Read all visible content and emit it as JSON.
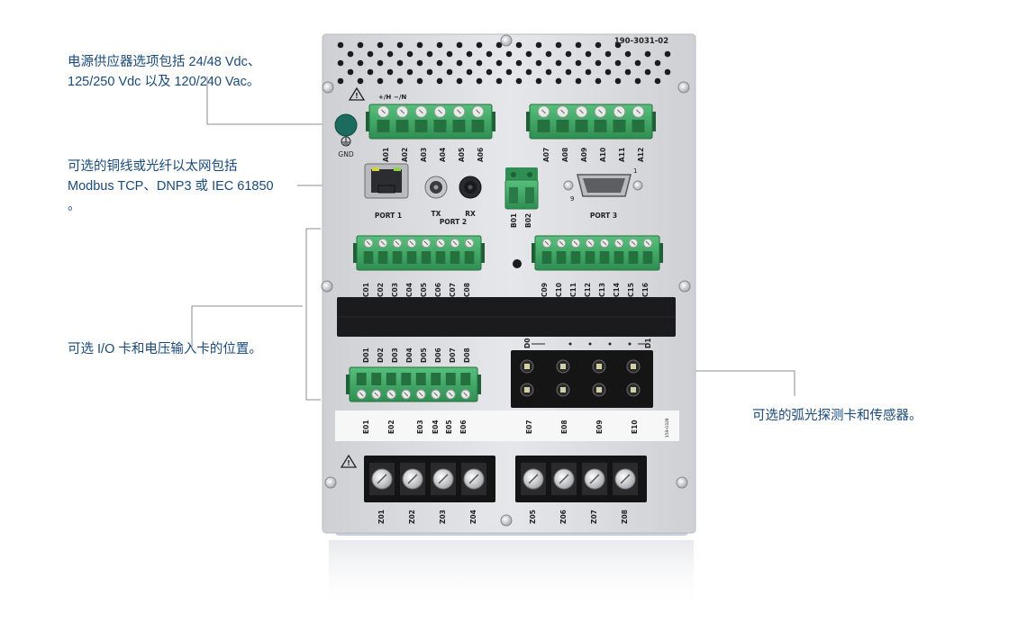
{
  "callouts": {
    "power": {
      "line1": "电源供应器选项包括 24/48 Vdc、",
      "line2": "125/250 Vdc 以及 120/240 Vac。"
    },
    "ethernet": {
      "line1": "可选的铜线或光纤以太网包括",
      "line2": "Modbus TCP、DNP3 或 IEC 61850",
      "line3": "。"
    },
    "io": {
      "line1": "可选 I/O 卡和电压输入卡的位置。"
    },
    "arc": {
      "line1": "可选的弧光探测卡和传感器。"
    }
  },
  "device": {
    "model": "190-3031-02",
    "gnd": "GND",
    "power_marks": [
      "+/H",
      "−/N"
    ],
    "a_terms": [
      "A01",
      "A02",
      "A03",
      "A04",
      "A05",
      "A06",
      "A07",
      "A08",
      "A09",
      "A10",
      "A11",
      "A12"
    ],
    "port1": "PORT 1",
    "port2": "PORT 2",
    "tx": "TX",
    "rx": "RX",
    "b_terms": [
      "B01",
      "B02"
    ],
    "port3": "PORT 3",
    "db9_pin1": "1",
    "db9_pin9": "9",
    "c_terms": [
      "C01",
      "C02",
      "C03",
      "C04",
      "C05",
      "C06",
      "C07",
      "C08",
      "C09",
      "C10",
      "C11",
      "C12",
      "C13",
      "C14",
      "C15",
      "C16"
    ],
    "d_terms": [
      "D01",
      "D02",
      "D03",
      "D04",
      "D05",
      "D06",
      "D07",
      "D08"
    ],
    "arc_d0": "D0",
    "arc_d1": "D1",
    "e_terms": [
      "E01",
      "E02",
      "E03",
      "E04",
      "E05",
      "E06",
      "E07",
      "E08",
      "E09",
      "E10"
    ],
    "small_code": "159-0328",
    "z_terms": [
      "Z01",
      "Z02",
      "Z03",
      "Z04",
      "Z05",
      "Z06",
      "Z07",
      "Z08"
    ]
  },
  "colors": {
    "callout_text": "#1a4a7a",
    "panel": "#dcdde0",
    "terminal_green": "#3fa866",
    "led_teal": "#1b6b5e"
  }
}
